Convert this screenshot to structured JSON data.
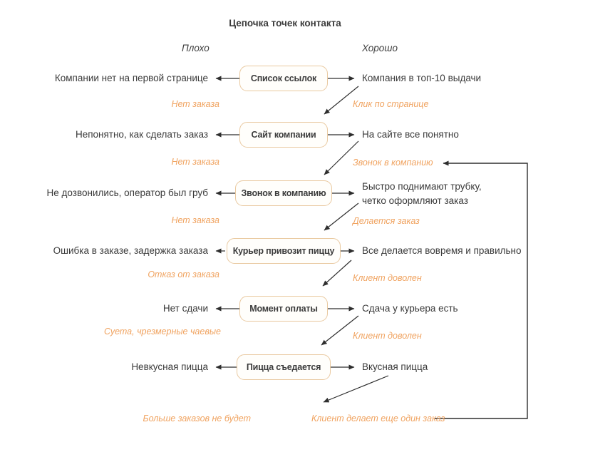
{
  "title": "Цепочка точек контакта",
  "columns": {
    "bad": "Плохо",
    "good": "Хорошо"
  },
  "colors": {
    "accent_orange": "#f0a360",
    "box_border": "#e9c9a0",
    "text_dark": "#3a3a3a",
    "arrow": "#2e2e2e",
    "background": "#ffffff"
  },
  "rows": [
    {
      "box": "Список ссылок",
      "bad": "Компании нет на первой странице",
      "good": "Компания в топ-10 выдачи",
      "bad_note": "Нет заказа",
      "good_note": "Клик по странице"
    },
    {
      "box": "Сайт компании",
      "bad": "Непонятно, как сделать заказ",
      "good": "На сайте все понятно",
      "bad_note": "Нет заказа",
      "good_note": "Звонок в компанию"
    },
    {
      "box": "Звонок в компанию",
      "bad": "Не дозвонились, оператор был груб",
      "good": "Быстро поднимают трубку,\nчетко оформляют заказ",
      "bad_note": "Нет заказа",
      "good_note": "Делается заказ"
    },
    {
      "box": "Курьер привозит пиццу",
      "bad": "Ошибка в заказе, задержка заказа",
      "good": "Все делается вовремя и правильно",
      "bad_note": "Отказ от заказа",
      "good_note": "Клиент доволен"
    },
    {
      "box": "Момент оплаты",
      "bad": "Нет сдачи",
      "good": "Сдача у курьера есть",
      "bad_note": "Суета, чрезмерные чаевые",
      "good_note": "Клиент доволен"
    },
    {
      "box": "Пицца съедается",
      "bad": "Невкусная пицца",
      "good": "Вкусная пицца",
      "bad_note": "Больше заказов не будет",
      "good_note": "Клиент делает еще один заказ"
    }
  ]
}
